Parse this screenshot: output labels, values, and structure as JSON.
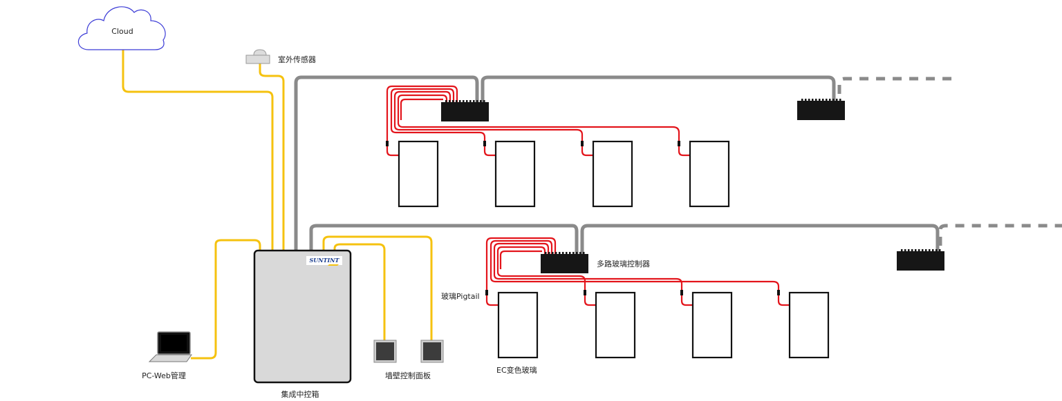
{
  "labels": {
    "cloud": "Cloud",
    "outdoor_sensor": "室外传感器",
    "central_box": "集成中控箱",
    "brand": "SUNTINT",
    "pc_web": "PC-Web管理",
    "wall_panel": "墙壁控制面板",
    "multi_controller": "多路玻璃控制器",
    "glass_pigtail": "玻璃Pigtail",
    "ec_glass": "EC变色玻璃"
  },
  "colors": {
    "data_line": "#f5c20f",
    "bus_cable": "#8a8a8a",
    "glass_wire": "#e3141b",
    "cloud_outline": "#3b3bd6",
    "box_fill": "#d9d9d9",
    "controller": "#161616",
    "panel_fill": "#3c3c3c",
    "brand_blue": "#1a3d8f"
  }
}
